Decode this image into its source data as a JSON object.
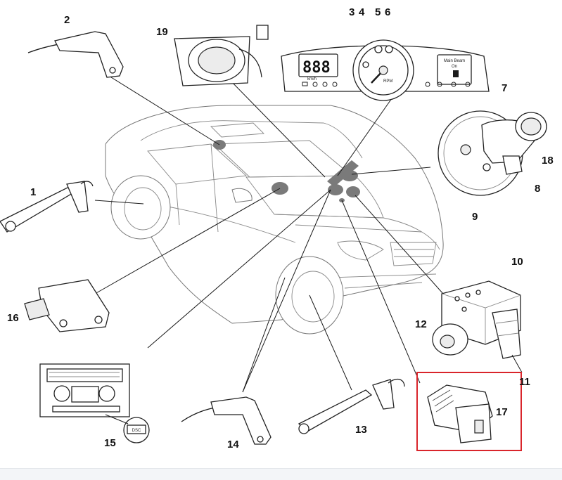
{
  "callouts": {
    "c1": "1",
    "c2": "2",
    "c3": "3",
    "c4": "4",
    "c5": "5",
    "c6": "6",
    "c7": "7",
    "c8": "8",
    "c9": "9",
    "c10": "10",
    "c11": "11",
    "c12": "12",
    "c13": "13",
    "c14": "14",
    "c15": "15",
    "c16": "16",
    "c17": "17",
    "c18": "18",
    "c19": "19"
  },
  "cluster": {
    "speed_digits": "888",
    "info_line1": "Main Beam",
    "info_line2": "On",
    "rpm_label": "RPM",
    "speed_unit": "km/h"
  },
  "console": {
    "button_label": "DSC"
  },
  "colors": {
    "highlight_box": "#d9252b",
    "zone_dot": "#7a7a7a"
  }
}
